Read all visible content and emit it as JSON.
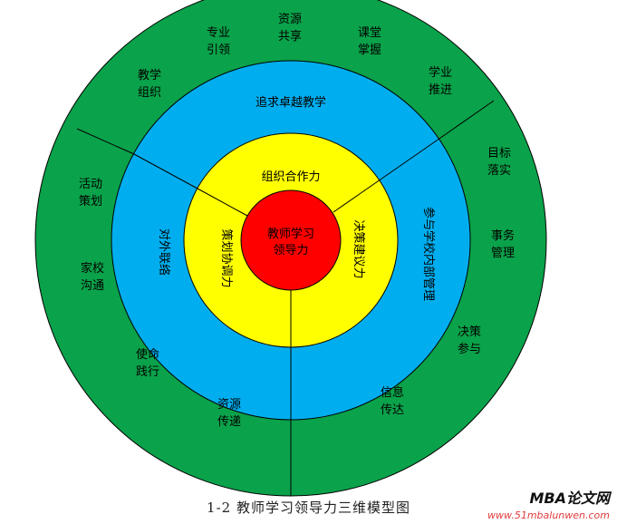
{
  "colors": {
    "outer": "#0aa24a",
    "second": "#00aeef",
    "third": "#ffff00",
    "core": "#ff0000",
    "stroke": "#000000"
  },
  "core": {
    "line1": "教师学习",
    "line2": "领导力"
  },
  "yellow_ring": {
    "top": "组织合作力",
    "left": "策划协调力",
    "right": "决策建议力"
  },
  "blue_ring": {
    "top": "追求卓越教学",
    "left": "对外联络",
    "right": "参与学校内部管理"
  },
  "green_ring": {
    "items": [
      [
        "专业",
        "引领"
      ],
      [
        "资源",
        "共享"
      ],
      [
        "课堂",
        "掌握"
      ],
      [
        "学业",
        "推进"
      ],
      [
        "教学",
        "组织"
      ],
      [
        "目标",
        "落实"
      ],
      [
        "事务",
        "管理"
      ],
      [
        "活动",
        "策划"
      ],
      [
        "家校",
        "沟通"
      ],
      [
        "决策",
        "参与"
      ],
      [
        "使命",
        "践行"
      ],
      [
        "信息",
        "传达"
      ],
      [
        "资源",
        "传递"
      ]
    ]
  },
  "caption": "1-2 教师学习领导力三维模型图",
  "watermark": {
    "brand": "MBA论文网",
    "url": "www.51mbalunwen.com"
  }
}
